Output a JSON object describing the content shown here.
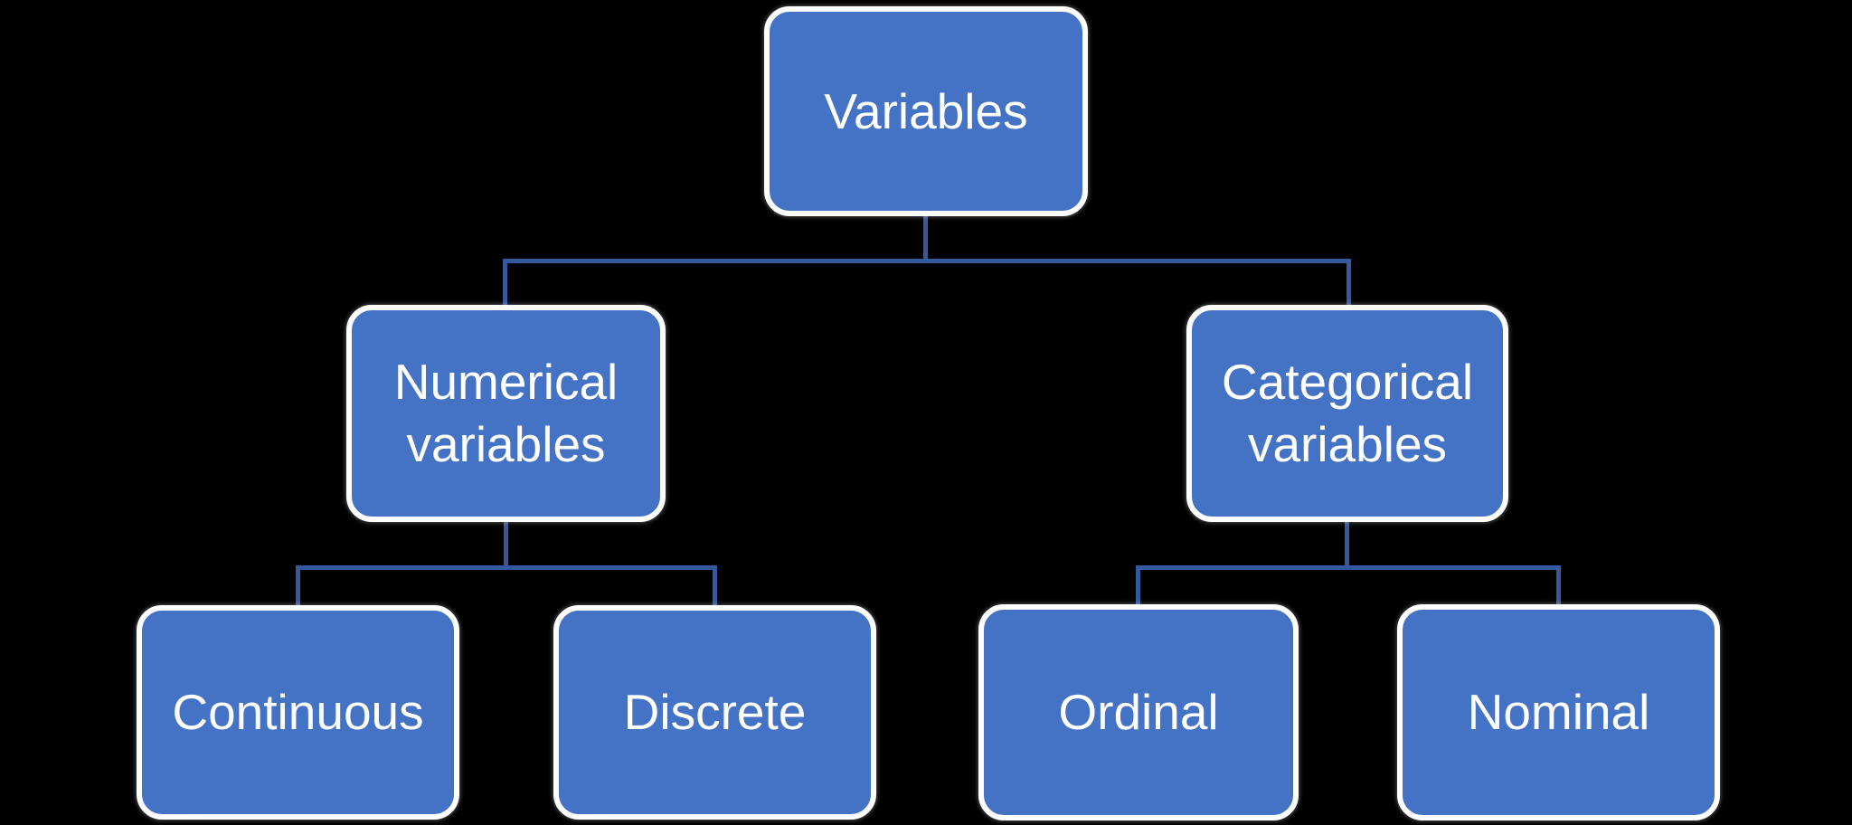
{
  "diagram": {
    "type": "tree",
    "colors": {
      "background": "#000000",
      "node_fill": "#4472C4",
      "node_border": "#FFFFFF",
      "node_text": "#FFFFFF",
      "connector": "#35599E"
    },
    "tree": {
      "root": {
        "label": "Variables"
      },
      "children": [
        {
          "label": "Numerical variables",
          "children": [
            {
              "label": "Continuous"
            },
            {
              "label": "Discrete"
            }
          ]
        },
        {
          "label": "Categorical variables",
          "children": [
            {
              "label": "Ordinal"
            },
            {
              "label": "Nominal"
            }
          ]
        }
      ]
    }
  }
}
